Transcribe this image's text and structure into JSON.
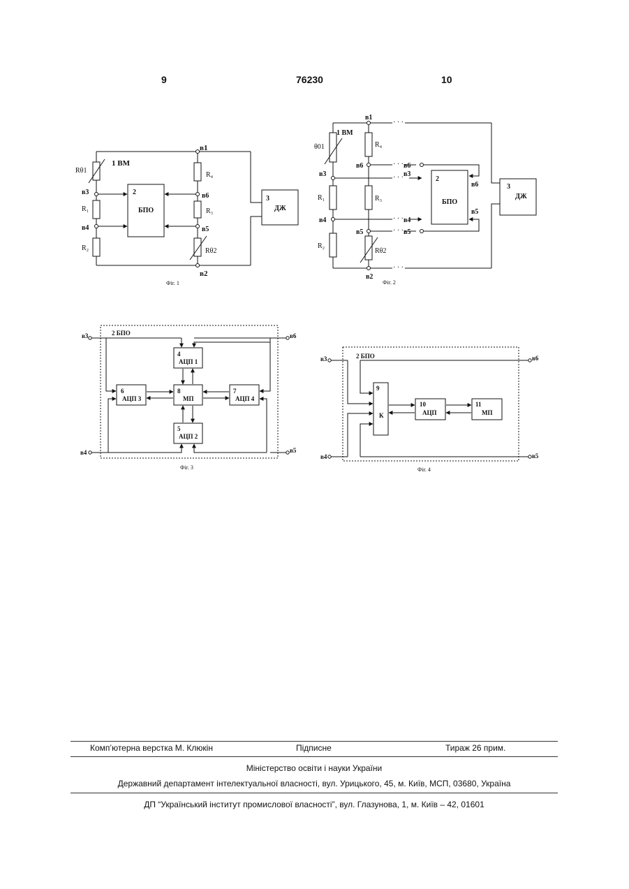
{
  "header": {
    "left_page": "9",
    "patent_number": "76230",
    "right_page": "10"
  },
  "fig1": {
    "caption": "Фіг. 1",
    "labels": {
      "vm": "1 ВМ",
      "rt1": "Rθ1",
      "r1": "R₁",
      "r2": "R₂",
      "r4": "R₄",
      "r3": "R₃",
      "rt2": "Rθ2",
      "b1": "в1",
      "b2": "в2",
      "b3": "в3",
      "b4": "в4",
      "b5": "в5",
      "b6": "в6",
      "bpo_num": "2",
      "bpo": "БПО",
      "dzh_num": "3",
      "dzh": "ДЖ"
    }
  },
  "fig2": {
    "caption": "Фіг. 2",
    "labels": {
      "vm": "1 ВМ",
      "rt1": "θ01",
      "r1": "R₁",
      "r2": "R₂",
      "r4": "R₄",
      "r3": "R₃",
      "rt2": "Rθ2",
      "b1": "в1",
      "b2": "в2",
      "b3": "в3",
      "b4": "в4",
      "b5": "в5",
      "b6": "в6",
      "bpo_num": "2",
      "bpo": "БПО",
      "dzh_num": "3",
      "dzh": "ДЖ",
      "dots": "· · ·"
    }
  },
  "fig3": {
    "caption": "Фіг. 3",
    "labels": {
      "title": "2 БПО",
      "b3": "в3",
      "b4": "в4",
      "b5": "в5",
      "b6": "в6",
      "n4": "4",
      "adc1": "АЦП 1",
      "n5": "5",
      "adc2": "АЦП 2",
      "n6": "6",
      "adc3": "АЦП 3",
      "n7": "7",
      "adc4": "АЦП 4",
      "n8": "8",
      "mp": "МП"
    }
  },
  "fig4": {
    "caption": "Фіг. 4",
    "labels": {
      "title": "2 БПО",
      "b3": "в3",
      "b4": "в4",
      "b5": "в5",
      "b6": "в6",
      "n9": "9",
      "k": "К",
      "n10": "10",
      "adc": "АЦП",
      "n11": "11",
      "mp": "МП"
    }
  },
  "footer": {
    "left": "Комп’ютерна верстка М. Клюкін",
    "center": "Підписне",
    "right": "Тираж 26 прим.",
    "ministry": "Міністерство освіти і науки України",
    "department": "Державний департамент інтелектуальної власності, вул. Урицького, 45, м. Київ, МСП, 03680, Україна",
    "institute": "ДП “Український інститут промислової власності”, вул. Глазунова, 1, м. Київ – 42, 01601"
  }
}
